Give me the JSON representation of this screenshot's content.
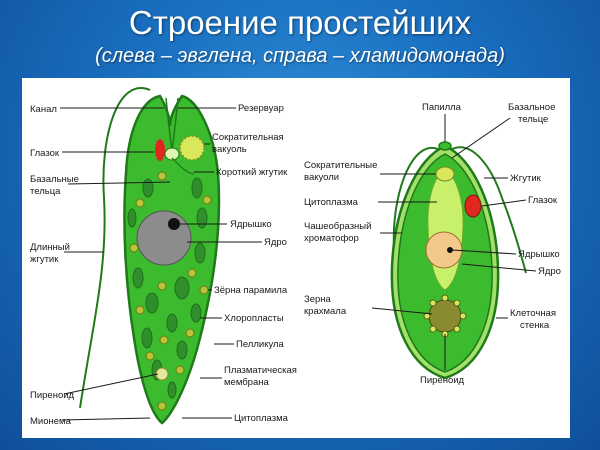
{
  "title": "Строение простейших",
  "subtitle": "(слева – эвглена, справа – хламидомонада)",
  "euglena": {
    "labels": {
      "kanal": "Канал",
      "glazok": "Глазок",
      "bazalnye_1": "Базальные",
      "bazalnye_2": "тельца",
      "dlinny_1": "Длинный",
      "dlinny_2": "жгутик",
      "pirenoid": "Пиреноид",
      "mionema": "Мионема",
      "rezervuar": "Резервуар",
      "sokr_1": "Сократительная",
      "sokr_2": "вакуоль",
      "korotky": "Короткий жгутик",
      "yadryshko": "Ядрышко",
      "yadro": "Ядро",
      "zerna": "Зёрна парамила",
      "chloroplasty": "Хлоропласты",
      "pellikula": "Пелликула",
      "plazm_1": "Плазматическая",
      "plazm_2": "мембрана",
      "citoplazma": "Цитоплазма"
    }
  },
  "chlamydomonas": {
    "labels": {
      "papilla": "Папилла",
      "bazalnoe_1": "Базальное",
      "bazalnoe_2": "тельце",
      "sokr_1": "Сократительные",
      "sokr_2": "вакуоли",
      "zhgutik": "Жгутик",
      "citoplazma": "Цитоплазма",
      "glazok": "Глазок",
      "chash_1": "Чашеобразный",
      "chash_2": "хроматофор",
      "yadryshko": "Ядрышко",
      "yadro": "Ядро",
      "zerna_1": "Зерна",
      "zerna_2": "крахмала",
      "kletoch_1": "Клеточная",
      "kletoch_2": "стенка",
      "pirenoid": "Пиреноид"
    }
  },
  "colors": {
    "background": "#1a6fc0",
    "cell_green": "#3dbb2e",
    "dark_green": "#1f7a1a",
    "chloroplast": "#2f8f2a",
    "nucleus_euglena": "#8c8c8c",
    "nucleus_chlamy": "#f2c98a",
    "eyespot": "#e0281e",
    "vacuole": "#d8e85a",
    "paramylon": "#b8c43a",
    "inner_cytoplasm": "#c9f06a"
  }
}
